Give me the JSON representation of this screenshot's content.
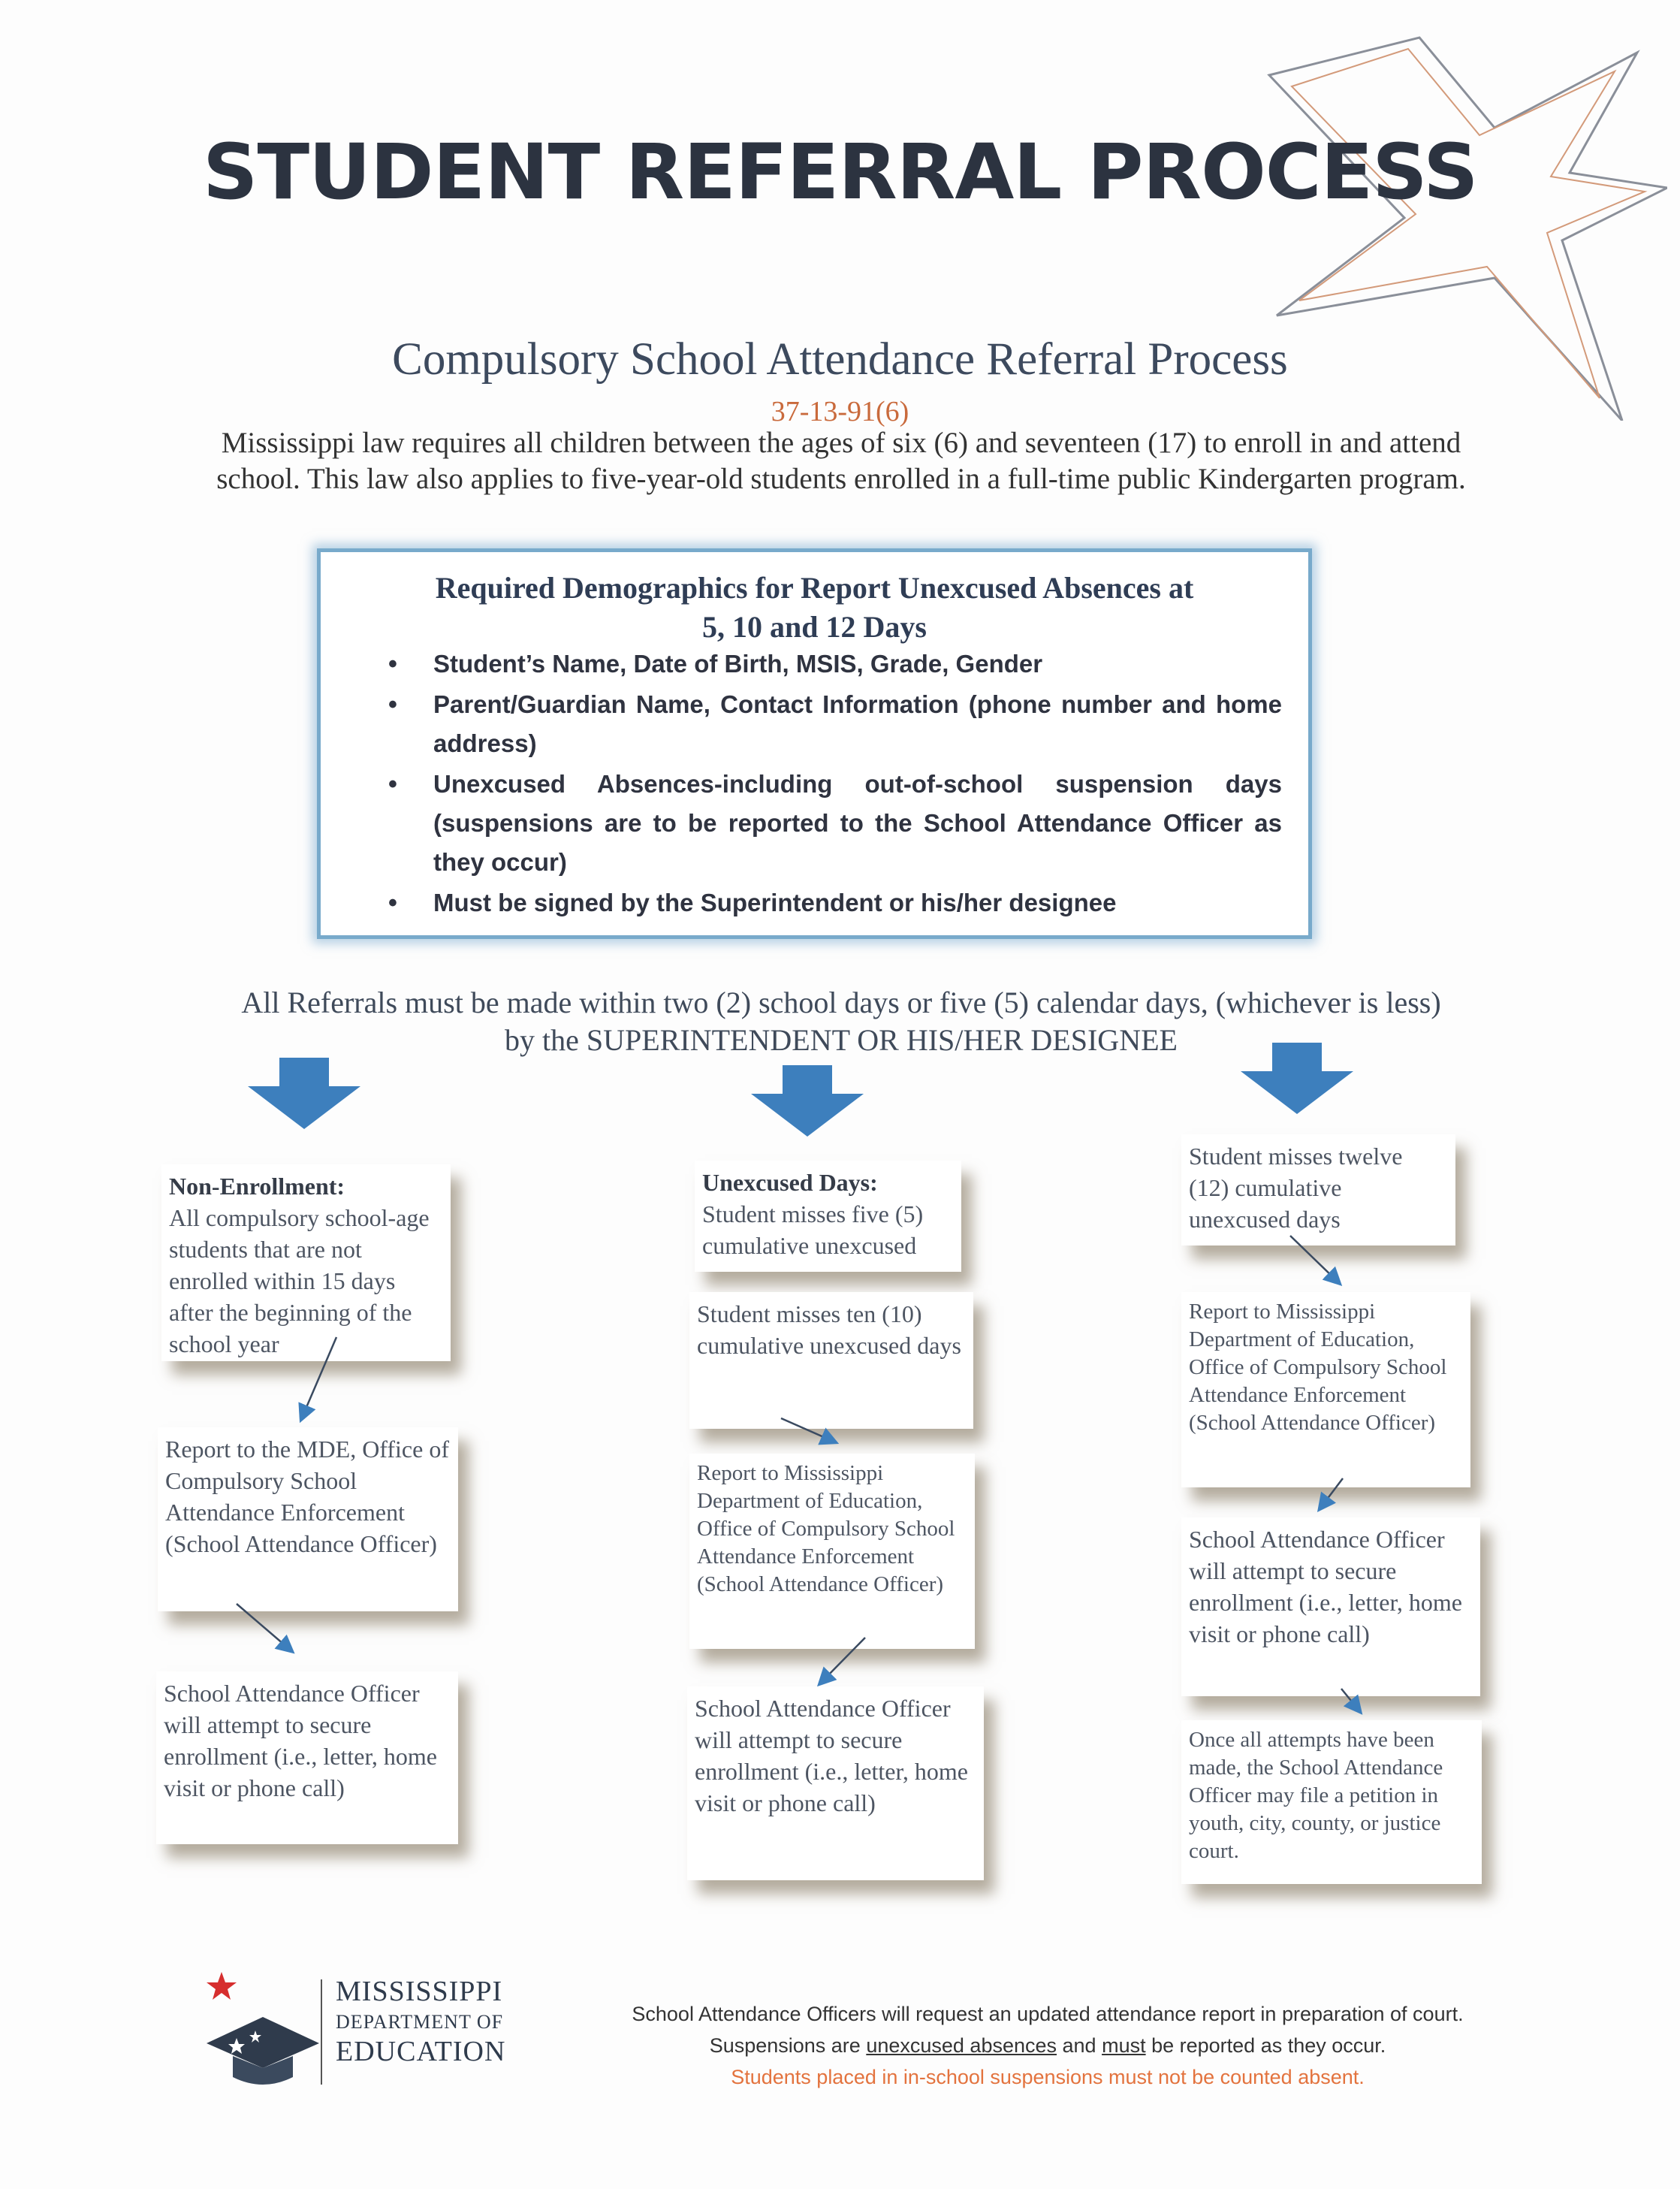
{
  "header": {
    "title": "STUDENT REFERRAL PROCESS",
    "subtitle": "Compulsory School Attendance Referral Process",
    "statute": "37-13-91(6)",
    "intro": "Mississippi law requires all children between the ages of six (6) and seventeen (17) to enroll in and attend school.  This law also applies to five-year-old students enrolled in a full-time public Kindergarten program."
  },
  "demographics": {
    "title_line1": "Required Demographics for Report Unexcused Absences at",
    "title_line2": "5, 10 and 12 Days",
    "items": [
      "Student’s Name, Date of Birth, MSIS, Grade, Gender",
      "Parent/Guardian Name, Contact Information (phone number and home address)",
      "Unexcused Absences-including out-of-school suspension days (suspensions are to be reported to the School Attendance Officer as they occur)",
      "Must be signed by the Superintendent or his/her designee"
    ]
  },
  "referral_rule": {
    "line1": "All Referrals must be made within two (2) school days or five (5) calendar days, (whichever is less)",
    "line2": "by the SUPERINTENDENT OR HIS/HER DESIGNEE"
  },
  "columns": {
    "left": {
      "box1_heading": "Non-Enrollment:",
      "box1_text": "All compulsory school-age students that are not enrolled within 15 days after the beginning of the school year",
      "box2_text": "Report to the MDE, Office of Compulsory School Attendance Enforcement (School Attendance Officer)",
      "box3_text": "School Attendance Officer will attempt to secure enrollment (i.e., letter, home visit or phone call)"
    },
    "middle": {
      "box1_heading": "Unexcused Days:",
      "box1_text": "Student misses five (5) cumulative unexcused",
      "box2_text": "Student misses ten (10) cumulative unexcused days",
      "box3_text": "Report to Mississippi Department of Education, Office of Compulsory School Attendance Enforcement (School Attendance Officer)",
      "box4_text": "School Attendance Officer will attempt to secure enrollment (i.e., letter, home visit or phone call)"
    },
    "right": {
      "box1_text": "Student misses twelve (12) cumulative unexcused days",
      "box2_text": "Report to Mississippi Department of Education, Office of Compulsory School Attendance Enforcement (School Attendance Officer)",
      "box3_text": "School Attendance Officer will attempt to secure enrollment (i.e., letter, home visit or phone call)",
      "box4_text": "Once all attempts have been made, the School Attendance Officer may file a petition in youth, city, county, or justice court."
    }
  },
  "logo": {
    "line1": "MISSISSIPPI",
    "line2": "DEPARTMENT OF",
    "line3": "EDUCATION"
  },
  "footer": {
    "line1": "School Attendance Officers will request an updated attendance report in preparation of court.",
    "line2_a": "Suspensions are ",
    "line2_b": "unexcused absences",
    "line2_c": " and ",
    "line2_d": "must",
    "line2_e": " be reported as they occur.",
    "line3": "Students placed in in-school suspensions must not be counted absent."
  },
  "colors": {
    "arrow": "#3d7fbd",
    "demo_border": "#78aacb",
    "statute": "#c96a3c",
    "footer_warning": "#e3733e"
  }
}
